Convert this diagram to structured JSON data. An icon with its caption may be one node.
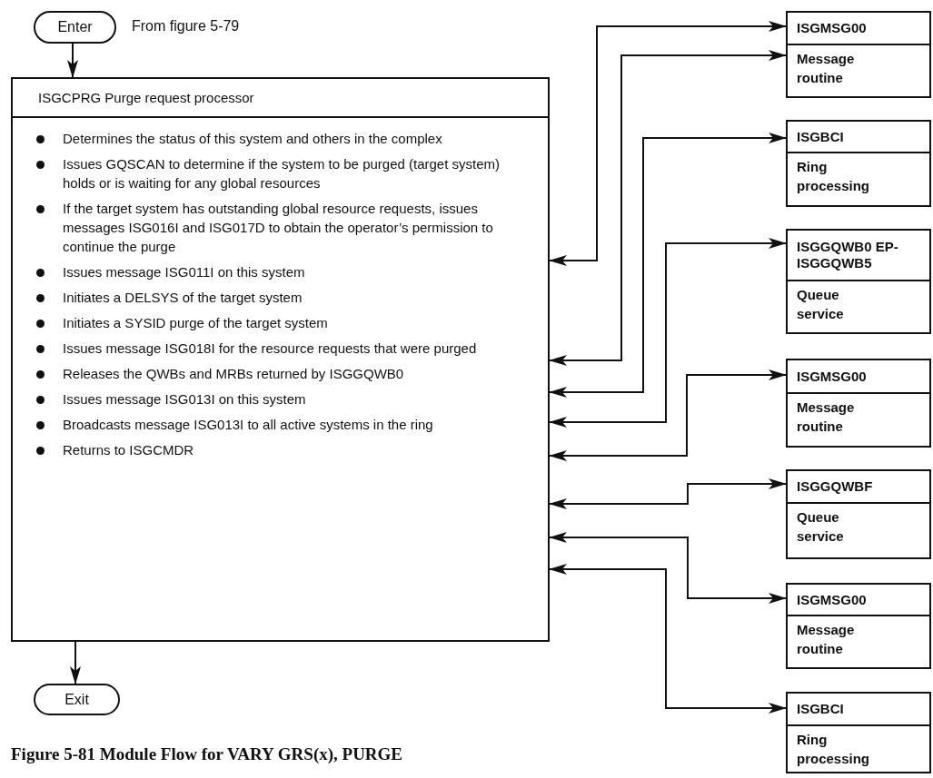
{
  "diagram": {
    "caption": "Figure 5-81 Module Flow for VARY GRS(x), PURGE",
    "nodes": [
      {
        "text": [
          "Enter"
        ],
        "beside": [
          "From figure 5-79"
        ]
      },
      {
        "text": [
          "ISGCPRG Purge request processor",
          "Determines the status of this system and others in the complex",
          "Issues GQSCAN to determine if the system to be purged (target system) holds or is waiting for any global resources",
          "If the target system has outstanding global resource requests, issues messages ISG016I and ISG017D to obtain the operator’s permission to continue the purge",
          "Issues message ISG011I on this system",
          "Initiates a DELSYS of the target system",
          "Initiates a SYSID purge of the target system",
          "Issues message ISG018I for the resource requests that were purged",
          "Releases the QWBs and MRBs returned by ISGGQWB0",
          "Issues message ISG013I on this system",
          "Broadcasts message ISG013I to all active systems in the ring",
          "Returns to ISGCMDR"
        ]
      },
      {
        "text": [
          "Exit"
        ]
      },
      {
        "text": [
          "ISGMSG00",
          "Message routine"
        ]
      },
      {
        "text": [
          "ISGBCI",
          "Ring processing"
        ]
      },
      {
        "text": [
          "ISGGQWB0 EP-ISGGQWB5",
          "Queue service"
        ]
      },
      {
        "text": [
          "ISGMSG00",
          "Message routine"
        ]
      },
      {
        "text": [
          "ISGGQWBF",
          "Queue service"
        ]
      },
      {
        "text": [
          "ISGMSG00",
          "Message routine"
        ]
      },
      {
        "text": [
          "ISGBCI",
          "Ring processing"
        ]
      }
    ],
    "edges": [
      {
        "from": 0,
        "to": 1,
        "arrow": "to"
      },
      {
        "from": 1,
        "to": 2,
        "arrow": "to"
      },
      {
        "from": 1,
        "to": 3,
        "arrow": "both"
      },
      {
        "from": 1,
        "to": 3,
        "arrow": "both"
      },
      {
        "from": 1,
        "to": 4,
        "arrow": "both"
      },
      {
        "from": 1,
        "to": 5,
        "arrow": "both"
      },
      {
        "from": 1,
        "to": 6,
        "arrow": "both"
      },
      {
        "from": 1,
        "to": 7,
        "arrow": "both"
      },
      {
        "from": 1,
        "to": 8,
        "arrow": "both"
      },
      {
        "from": 1,
        "to": 9,
        "arrow": "both"
      }
    ]
  }
}
